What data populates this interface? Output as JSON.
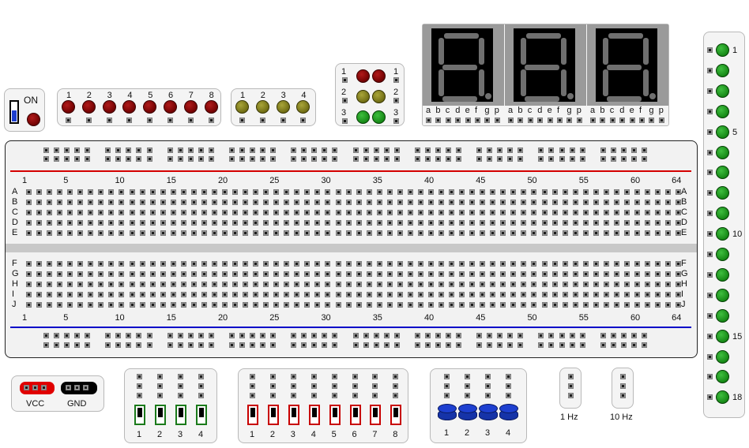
{
  "power": {
    "label": "ON"
  },
  "red_leds": {
    "labels": [
      "1",
      "2",
      "3",
      "4",
      "5",
      "6",
      "7",
      "8"
    ],
    "color": "#8b0000"
  },
  "yellow_leds": {
    "labels": [
      "1",
      "2",
      "3",
      "4"
    ],
    "color": "#8a8624"
  },
  "traffic_light": {
    "left_labels": [
      "1",
      "2",
      "3"
    ],
    "right_labels": [
      "1",
      "2",
      "3"
    ],
    "colors": [
      "#8b0000",
      "#8a8624",
      "#1f9a1f"
    ]
  },
  "seven_segment": {
    "digit_count": 3,
    "pin_labels": [
      "a",
      "b",
      "c",
      "d",
      "e",
      "f",
      "g",
      "p"
    ]
  },
  "breadboard": {
    "column_numbers": [
      "1",
      "5",
      "10",
      "15",
      "20",
      "25",
      "30",
      "35",
      "40",
      "45",
      "50",
      "55",
      "60",
      "64"
    ],
    "rows_top": [
      "A",
      "B",
      "C",
      "D",
      "E"
    ],
    "rows_bottom": [
      "F",
      "G",
      "H",
      "I",
      "J"
    ],
    "rail_top_color": "#d40000",
    "rail_bottom_color": "#0000c8"
  },
  "right_leds": {
    "labels": [
      "1",
      "5",
      "10",
      "15",
      "18"
    ],
    "color": "#1f9a1f"
  },
  "power_connector": {
    "vcc_label": "VCC",
    "gnd_label": "GND"
  },
  "green_switches": {
    "labels": [
      "1",
      "2",
      "3",
      "4"
    ],
    "color": "#1a7a1a"
  },
  "red_switches": {
    "labels": [
      "1",
      "2",
      "3",
      "4",
      "5",
      "6",
      "7",
      "8"
    ],
    "color": "#c80000"
  },
  "push_buttons": {
    "labels": [
      "1",
      "2",
      "3",
      "4"
    ],
    "color": "#1d3fd0"
  },
  "clock_1hz": {
    "label": "1 Hz"
  },
  "clock_10hz": {
    "label": "10 Hz"
  }
}
